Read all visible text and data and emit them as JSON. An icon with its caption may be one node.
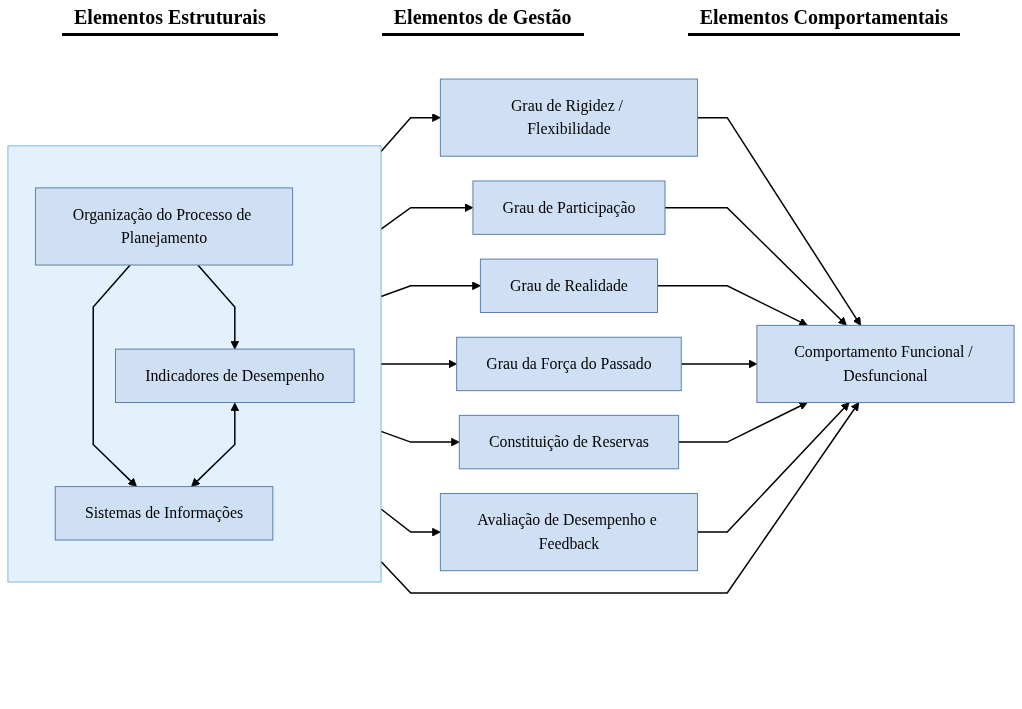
{
  "diagram": {
    "nodes": [
      {
        "text": [],
        "shape": "box"
      },
      {
        "text": [
          "Organização do Processo de Planejamento"
        ],
        "in": 0
      },
      {
        "text": [
          "Indicadores de Desempenho"
        ],
        "in": 0
      },
      {
        "text": [
          "Sistemas de Informações"
        ],
        "in": 0
      },
      {
        "text": [
          "Grau de Rigidez / Flexibilidade"
        ]
      },
      {
        "text": [
          "Grau de Participação"
        ]
      },
      {
        "text": [
          "Grau de Realidade"
        ]
      },
      {
        "text": [
          "Grau da Força do Passado"
        ]
      },
      {
        "text": [
          "Constituição de Reservas"
        ]
      },
      {
        "text": [
          "Avaliação de Desempenho e Feedback"
        ]
      },
      {
        "text": [
          "Comportamento Funcional / Desfuncional"
        ]
      }
    ],
    "edges": [
      {
        "from": 1,
        "to": 2,
        "arrow": "to"
      },
      {
        "from": 1,
        "to": 3,
        "arrow": "to"
      },
      {
        "from": 2,
        "to": 3,
        "arrow": "both"
      },
      {
        "from": 0,
        "to": 4,
        "arrow": "to"
      },
      {
        "from": 0,
        "to": 5,
        "arrow": "to"
      },
      {
        "from": 0,
        "to": 6,
        "arrow": "to"
      },
      {
        "from": 0,
        "to": 7,
        "arrow": "to"
      },
      {
        "from": 0,
        "to": 8,
        "arrow": "to"
      },
      {
        "from": 0,
        "to": 9,
        "arrow": "to"
      },
      {
        "from": 4,
        "to": 10,
        "arrow": "to"
      },
      {
        "from": 5,
        "to": 10,
        "arrow": "to"
      },
      {
        "from": 6,
        "to": 10,
        "arrow": "to"
      },
      {
        "from": 7,
        "to": 10,
        "arrow": "to"
      },
      {
        "from": 8,
        "to": 10,
        "arrow": "to"
      },
      {
        "from": 9,
        "to": 10,
        "arrow": "to"
      },
      {
        "from": 0,
        "to": 10,
        "arrow": "to"
      }
    ],
    "labels": [
      "Elementos Estruturais",
      "Elementos de Gestão",
      "Elementos Comportamentais"
    ]
  }
}
